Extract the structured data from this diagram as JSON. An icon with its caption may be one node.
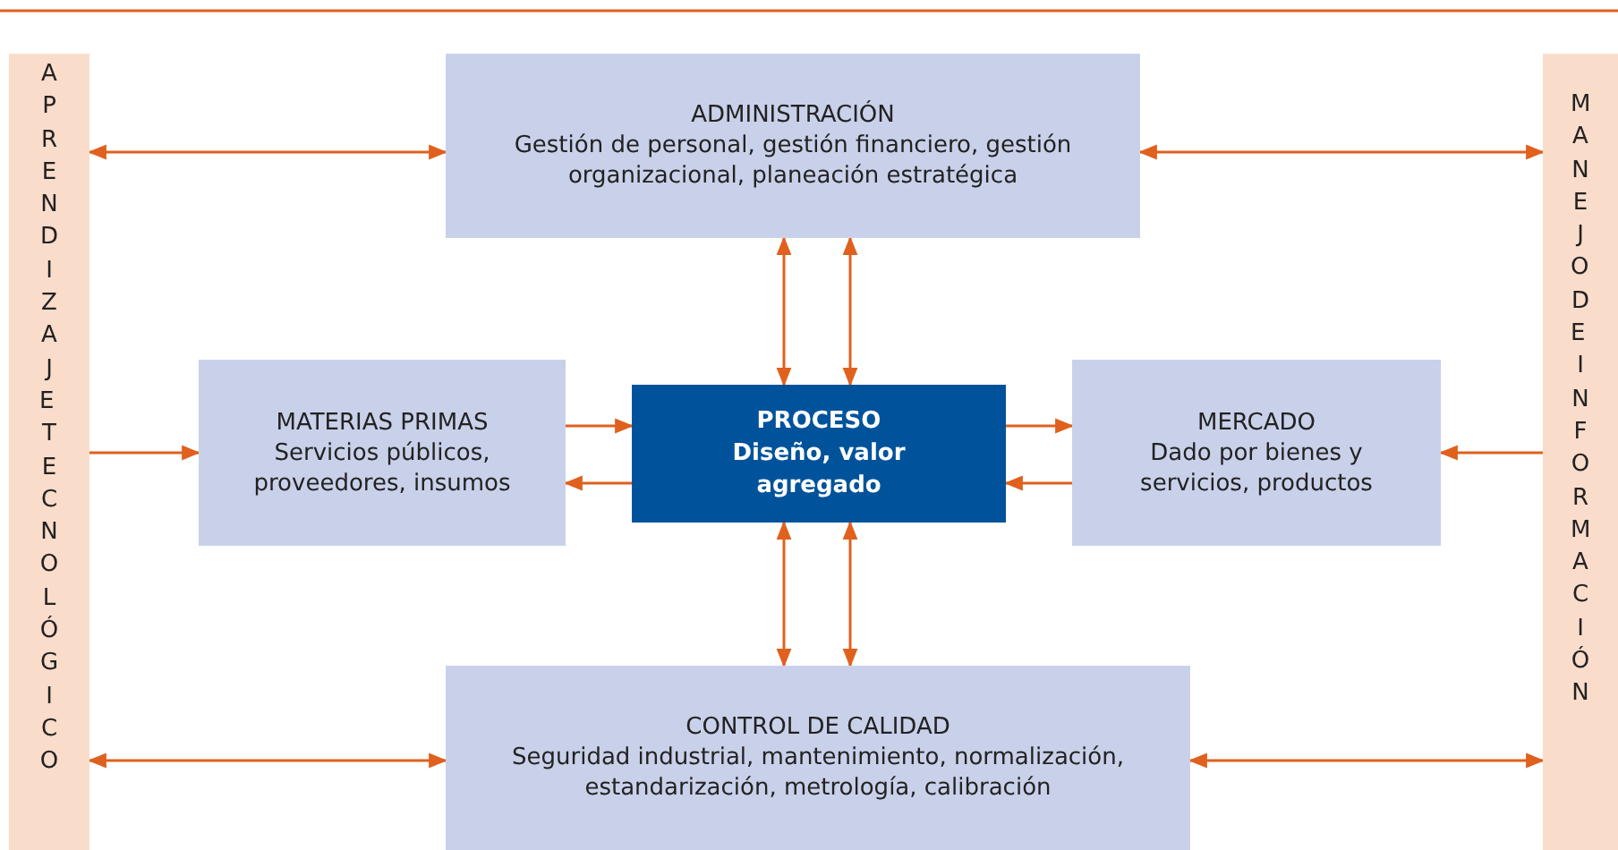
{
  "diagram": {
    "nodes": [
      {
        "text": [
          "APRENDIZAJE TECNOLÓGICO"
        ]
      },
      {
        "text": [
          "ADMINISTRACIÓN",
          "Gestión de personal, gestión financiero, gestión organizacional, planeación estratégica"
        ]
      },
      {
        "text": [
          "MANEJO DE INFORMACIÓN"
        ]
      },
      {
        "text": [
          "MATERIAS PRIMAS",
          "Servicios públicos, proveedores, insumos"
        ]
      },
      {
        "text": [
          "PROCESO",
          "Diseño, valor agregado"
        ]
      },
      {
        "text": [
          "MERCADO",
          "Dado por bienes y servicios, productos"
        ]
      },
      {
        "text": [
          "CONTROL DE CALIDAD",
          "Seguridad industrial, mantenimiento, normalización, estandarización, metrología, calibración"
        ]
      }
    ],
    "edges": [
      {
        "from": 0,
        "to": 1,
        "arrow": "both"
      },
      {
        "from": 1,
        "to": 2,
        "arrow": "both"
      },
      {
        "from": 0,
        "to": 3,
        "arrow": "to"
      },
      {
        "from": 3,
        "to": 4,
        "arrow": "to"
      },
      {
        "from": 4,
        "to": 3,
        "arrow": "to"
      },
      {
        "from": 4,
        "to": 5,
        "arrow": "to"
      },
      {
        "from": 5,
        "to": 4,
        "arrow": "to"
      },
      {
        "from": 2,
        "to": 5,
        "arrow": "to"
      },
      {
        "from": 1,
        "to": 4,
        "arrow": "both"
      },
      {
        "from": 1,
        "to": 4,
        "arrow": "both"
      },
      {
        "from": 4,
        "to": 6,
        "arrow": "both"
      },
      {
        "from": 4,
        "to": 6,
        "arrow": "both"
      },
      {
        "from": 0,
        "to": 6,
        "arrow": "both"
      },
      {
        "from": 6,
        "to": 2,
        "arrow": "both"
      }
    ]
  }
}
